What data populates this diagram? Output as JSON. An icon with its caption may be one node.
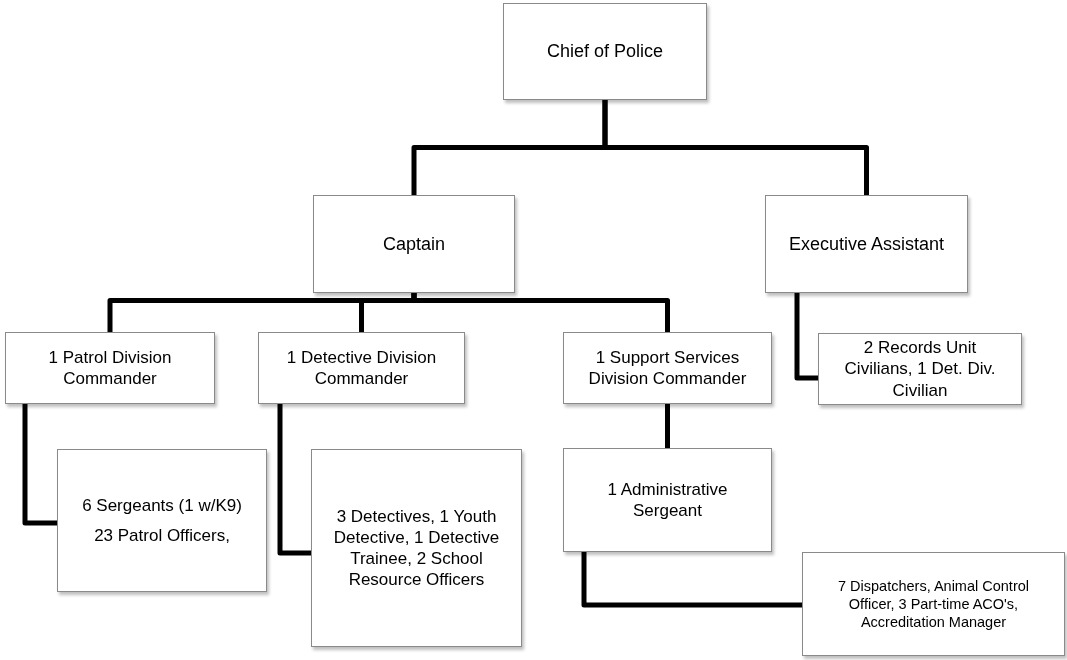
{
  "diagram": {
    "nodes": [
      {
        "text": [
          "Chief of Police"
        ]
      },
      {
        "text": [
          "Captain"
        ]
      },
      {
        "text": [
          "Executive Assistant"
        ]
      },
      {
        "text": [
          "1 Patrol Division Commander"
        ]
      },
      {
        "text": [
          "1 Detective Division Commander"
        ]
      },
      {
        "text": [
          "1 Support Services Division Commander"
        ]
      },
      {
        "text": [
          "2 Records Unit Civilians, 1 Det. Div. Civilian"
        ]
      },
      {
        "text": [
          "6 Sergeants (1 w/K9)",
          "23 Patrol Officers,"
        ]
      },
      {
        "text": [
          "3 Detectives, 1 Youth Detective, 1 Detective Trainee, 2 School Resource Officers"
        ]
      },
      {
        "text": [
          "1 Administrative Sergeant"
        ]
      },
      {
        "text": [
          "7 Dispatchers, Animal Control Officer, 3 Part-time ACO's, Accreditation Manager"
        ]
      }
    ],
    "edges": [
      {
        "from": 0,
        "to": 1,
        "arrow": "none"
      },
      {
        "from": 0,
        "to": 2,
        "arrow": "none"
      },
      {
        "from": 1,
        "to": 3,
        "arrow": "none"
      },
      {
        "from": 1,
        "to": 4,
        "arrow": "none"
      },
      {
        "from": 1,
        "to": 5,
        "arrow": "none"
      },
      {
        "from": 2,
        "to": 6,
        "arrow": "none"
      },
      {
        "from": 3,
        "to": 7,
        "arrow": "none"
      },
      {
        "from": 4,
        "to": 8,
        "arrow": "none"
      },
      {
        "from": 5,
        "to": 9,
        "arrow": "none"
      },
      {
        "from": 9,
        "to": 10,
        "arrow": "none"
      }
    ]
  }
}
